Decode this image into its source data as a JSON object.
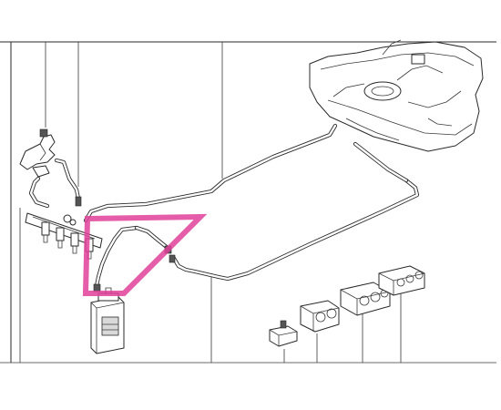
{
  "diagram": {
    "background": "#ffffff",
    "line_color": "#2a2a2a",
    "highlight_color": "#e0409a",
    "parts": [
      "fuel-tank",
      "bracket-clip",
      "fuel-rail",
      "fuel-filter",
      "fuel-pipe-assembly",
      "pipe-clip-small",
      "pipe-clip-double",
      "pipe-clip-triple",
      "pipe-clip-quad"
    ],
    "highlighted_part": "flexible-hose-section"
  }
}
